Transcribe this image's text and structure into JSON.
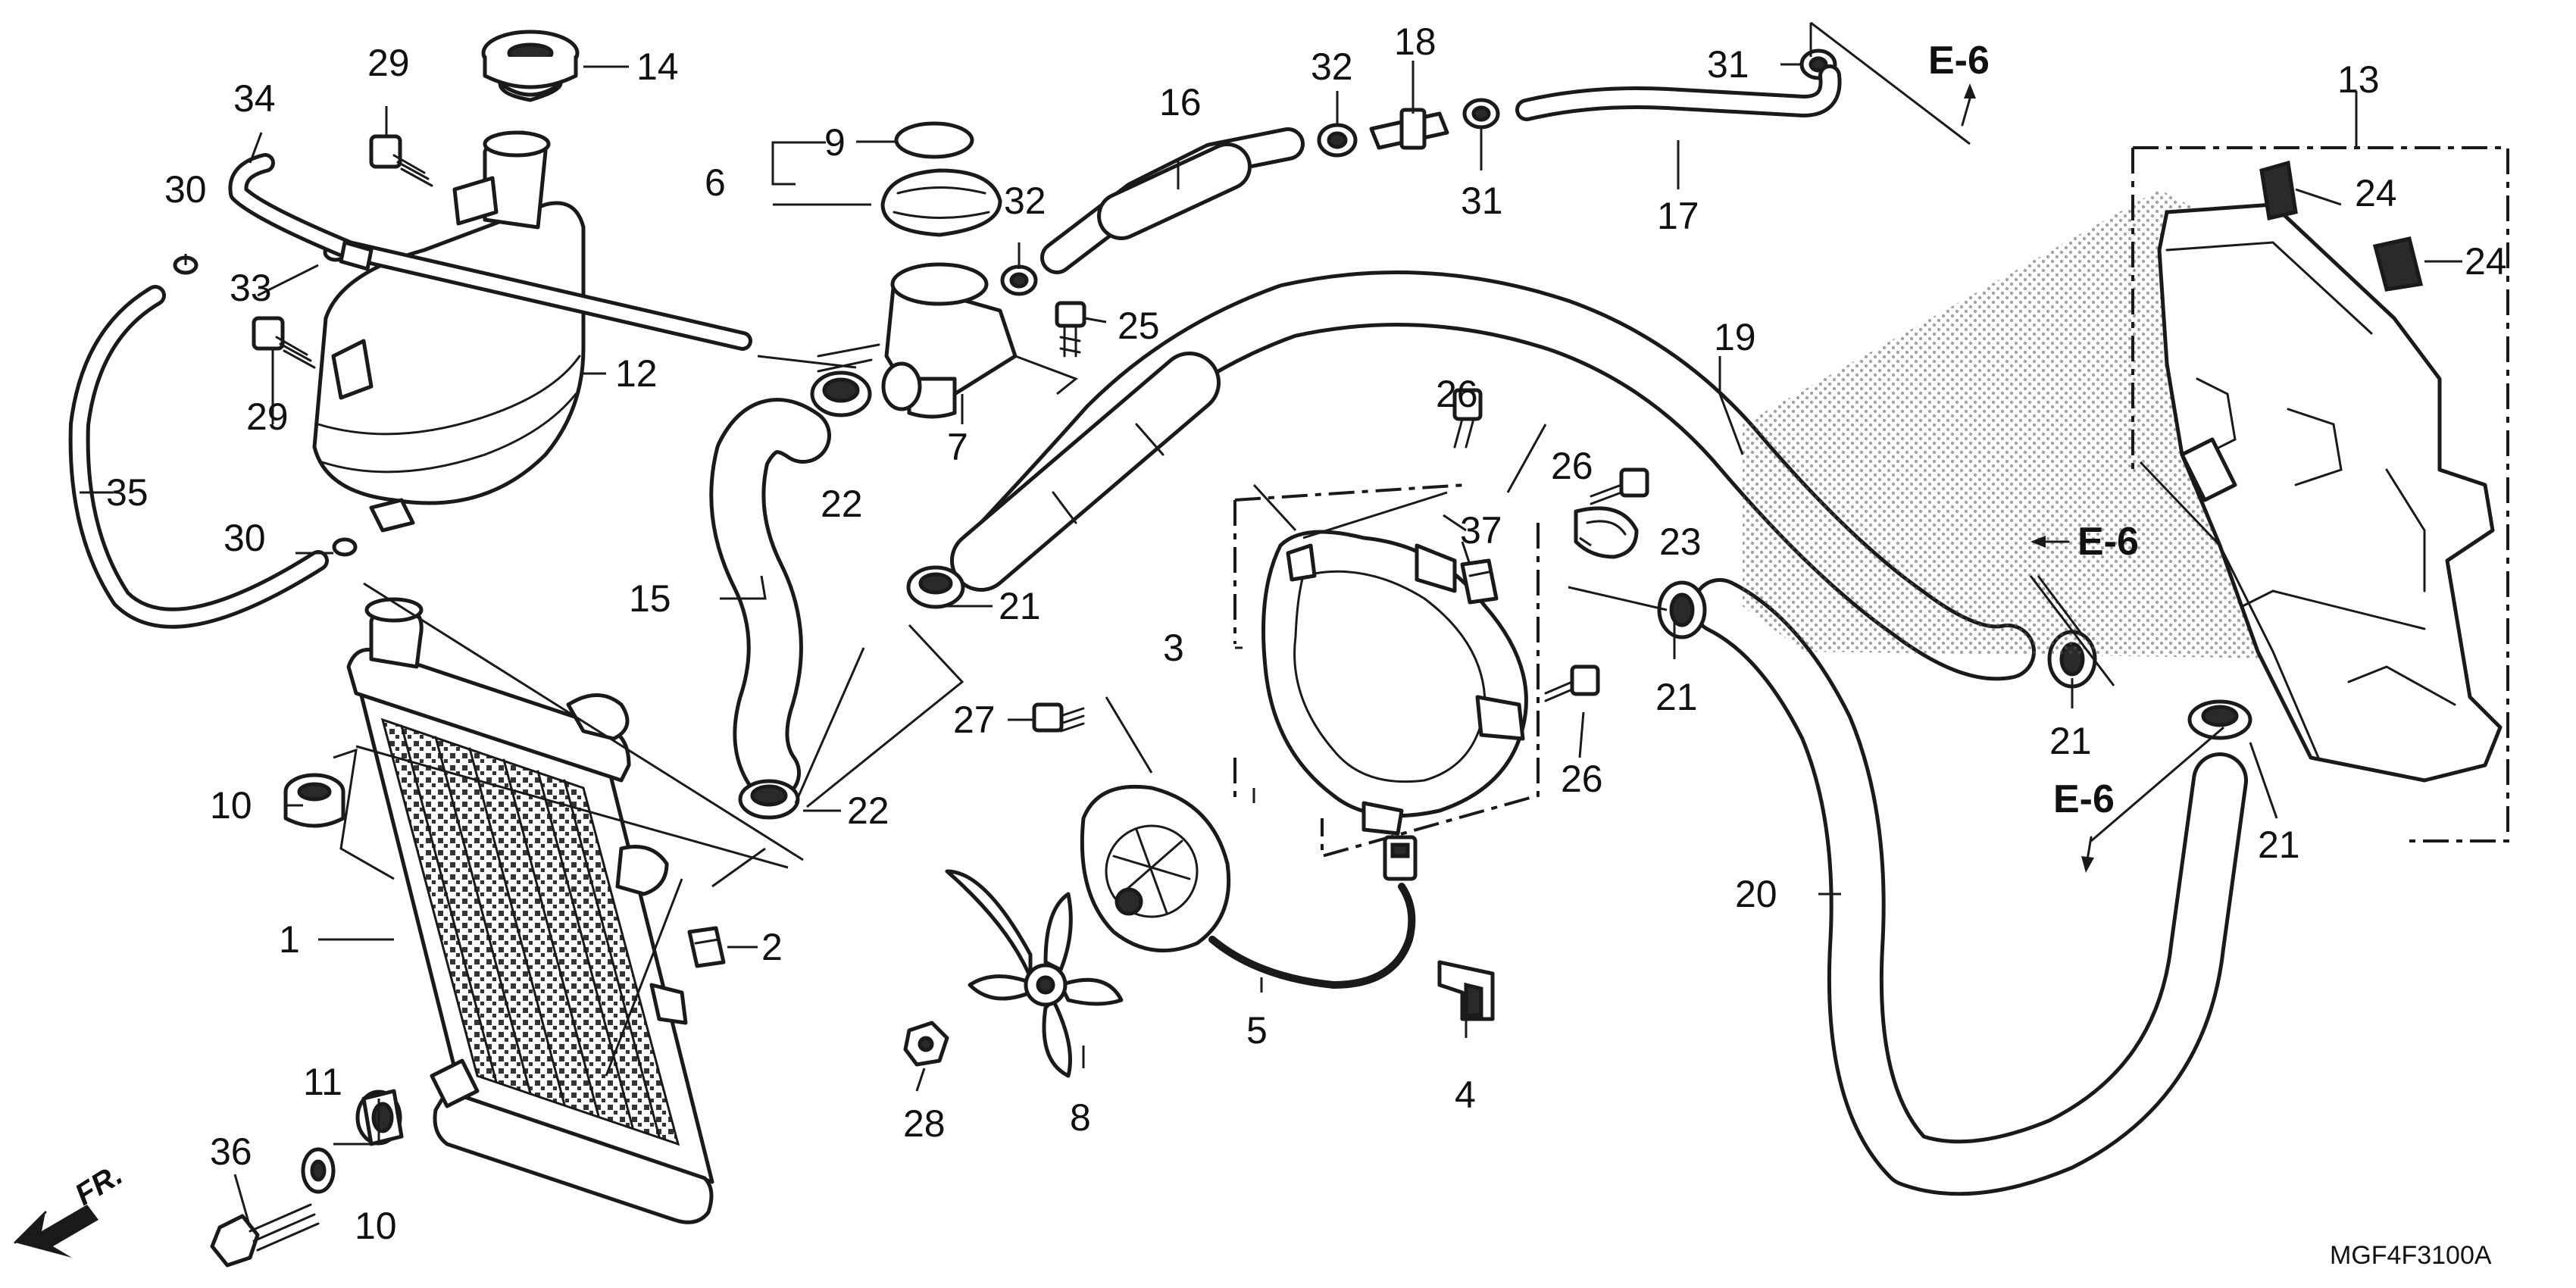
{
  "diagram_code": "MGF4F3100A",
  "front_indicator": "FR.",
  "cross_reference": "E-6",
  "part_labels": {
    "p1": "1",
    "p2": "2",
    "p3": "3",
    "p4": "4",
    "p5": "5",
    "p6": "6",
    "p7": "7",
    "p8": "8",
    "p9": "9",
    "p10": "10",
    "p11": "11",
    "p12": "12",
    "p13": "13",
    "p14": "14",
    "p15": "15",
    "p16": "16",
    "p17": "17",
    "p18": "18",
    "p19": "19",
    "p20": "20",
    "p21": "21",
    "p22": "22",
    "p23": "23",
    "p24": "24",
    "p25": "25",
    "p26": "26",
    "p27": "27",
    "p28": "28",
    "p29": "29",
    "p30": "30",
    "p31": "31",
    "p32": "32",
    "p33": "33",
    "p34": "34",
    "p35": "35",
    "p36": "36",
    "p37": "37"
  }
}
